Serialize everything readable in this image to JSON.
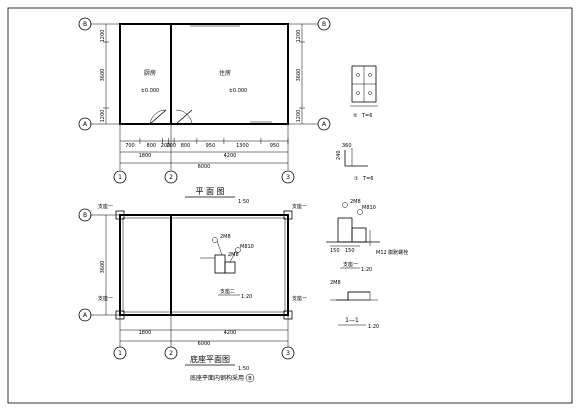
{
  "plan": {
    "axis_B": "B",
    "axis_A": "A",
    "axis_1": "1",
    "axis_2": "2",
    "axis_3": "3",
    "room_kitchen": "厨房",
    "room_bedroom": "住房",
    "elev_kitchen": "±0.000",
    "elev_bedroom": "±0.000",
    "dim_left_top": "1200",
    "dim_left_mid": "3600",
    "dim_left_bot": "1200",
    "dim_right_top": "1200",
    "dim_right_mid": "3600",
    "dim_right_bot": "1200",
    "dims_row1": [
      "700",
      "800",
      "200",
      "200",
      "800",
      "950",
      "1300",
      "950"
    ],
    "dim_span_1_2": "1800",
    "dim_span_2_3": "4200",
    "dim_total": "6000",
    "title": "平 面 图",
    "scale": "1:50"
  },
  "base": {
    "axis_B": "B",
    "axis_A": "A",
    "axis_1": "1",
    "axis_2": "2",
    "axis_3": "3",
    "dim_left": "3600",
    "dim_span_1_2": "1800",
    "dim_span_2_3": "4200",
    "dim_total": "6000",
    "support_label_tl": "支座一",
    "support_label_tr": "支座一",
    "support_label_bl": "支座一",
    "support_label_br": "支座一",
    "detail2_label": "支座二",
    "detail2_scale": "1:20",
    "detail2_note1": "2M8",
    "detail2_note2": "2M8",
    "detail2_note3": "M810",
    "title": "底座平面图",
    "scale": "1:50",
    "subtitle": "底座平面内钢构采用",
    "subtitle_ref": "B"
  },
  "details": {
    "pl_label": "②",
    "pl_note": "T=6",
    "pl2_label": "①",
    "pl2_note": "T=6",
    "support1_label": "支座一",
    "support1_scale": "1:20",
    "anchor_note": "M12 膨胀螺栓",
    "section_label": "1—1",
    "section_scale": "1:20",
    "dims_small": [
      "360",
      "240",
      "150",
      "150"
    ]
  }
}
